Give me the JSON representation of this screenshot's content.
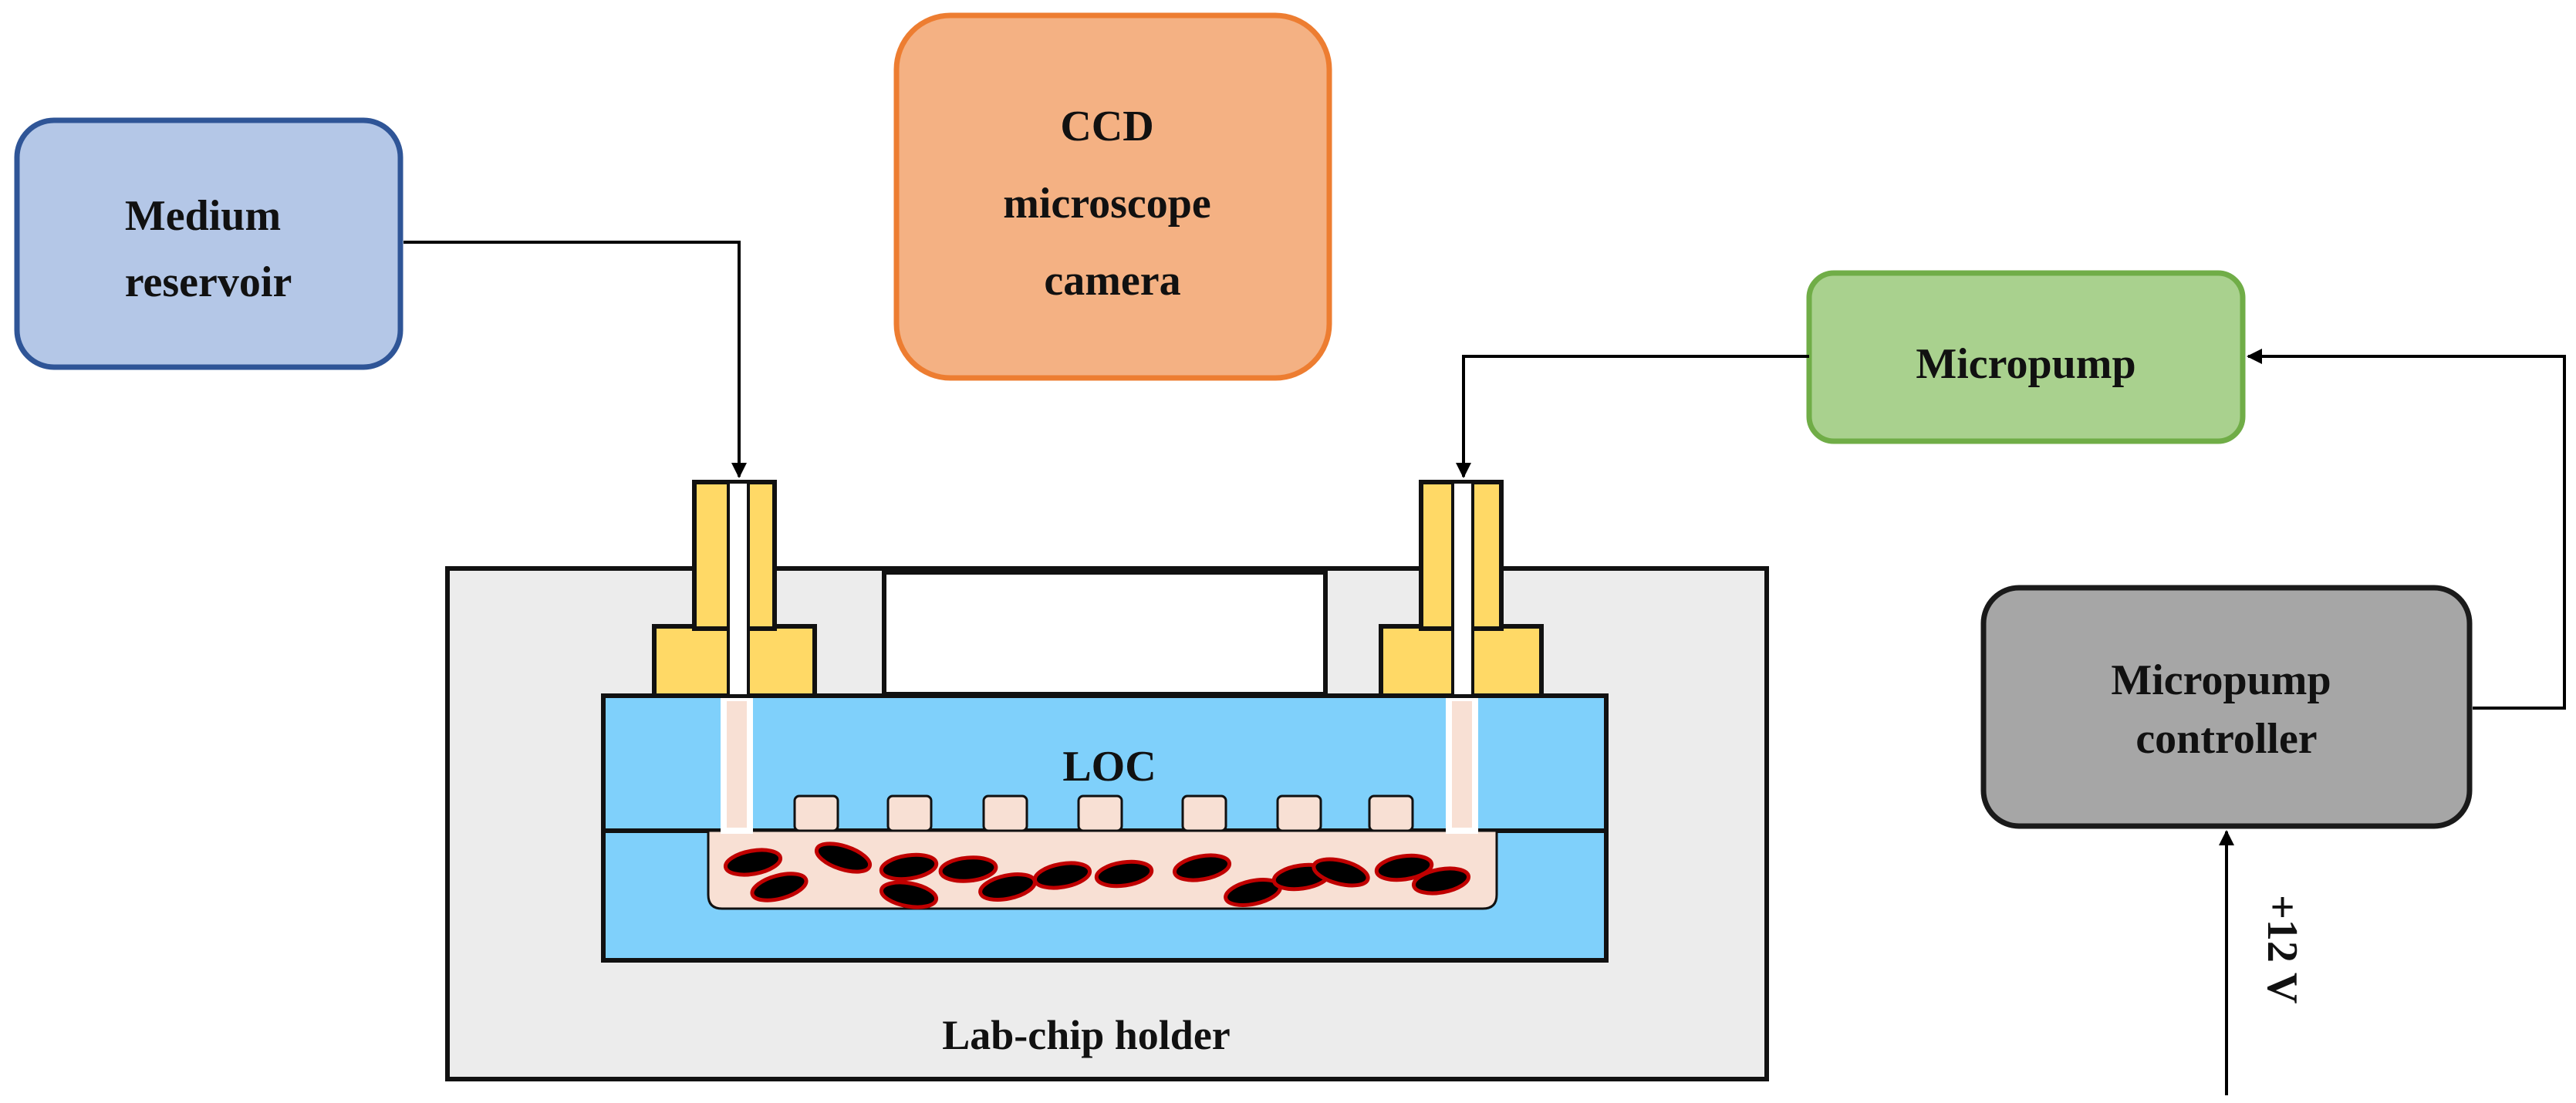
{
  "boxes": {
    "medium_reservoir": {
      "line1": "Medium",
      "line2": "reservoir"
    },
    "ccd_camera": {
      "line1": "CCD",
      "line2": "microscope",
      "line3": "camera"
    },
    "micropump": {
      "label": "Micropump"
    },
    "micropump_controller": {
      "line1": "Micropump",
      "line2": "controller"
    }
  },
  "chip": {
    "label": "LOC"
  },
  "holder": {
    "label": "Lab-chip holder"
  },
  "power": {
    "label": "+12 V"
  },
  "colors": {
    "reservoir_fill": "#b4c7e7",
    "reservoir_stroke": "#2f5597",
    "camera_fill": "#f4b183",
    "camera_stroke": "#ed7d31",
    "pump_fill": "#a9d18e",
    "pump_stroke": "#70ad47",
    "controller_fill": "#a6a6a6",
    "controller_stroke": "#1a1a1a",
    "holder_fill": "#ececec",
    "chip_fill": "#7fd0fb",
    "connector_fill": "#ffd966",
    "channel_fill": "#f8e0d4",
    "cell_fill": "#000000",
    "cell_stroke": "#c00000"
  }
}
